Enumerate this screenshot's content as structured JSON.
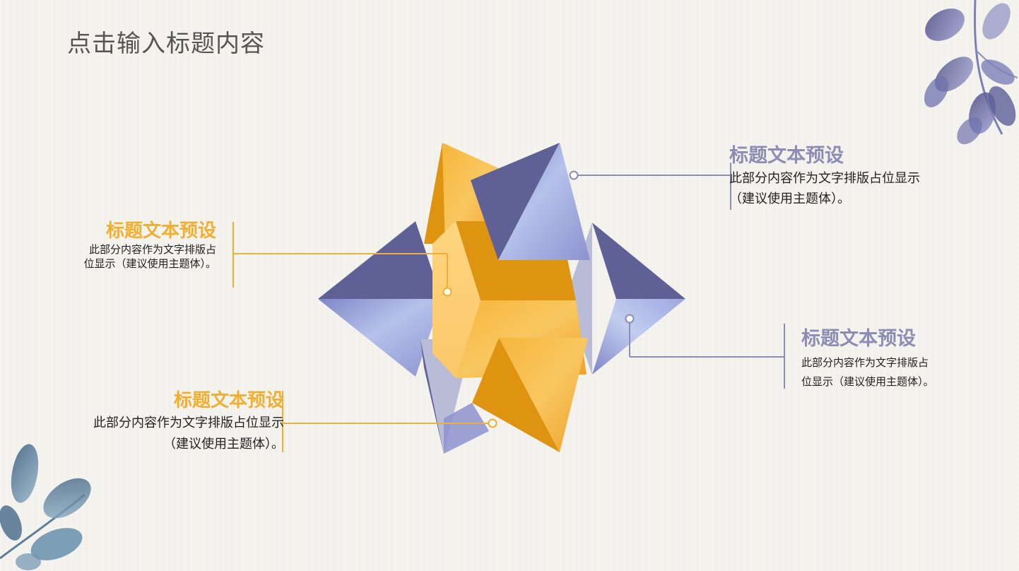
{
  "slide": {
    "title": "点击输入标题内容"
  },
  "blocks": [
    {
      "heading": "标题文本预设",
      "line1": "此部分内容作为文字排版占位显示",
      "line2": "（建议使用主题体）。"
    },
    {
      "heading": "标题文本预设",
      "line1": "此部分内容作为文字排版占",
      "line2": "位显示（建议使用主题体）。"
    },
    {
      "heading": "标题文本预设",
      "line1": "此部分内容作为文字排版占",
      "line2": "位显示（建议使用主题体）。"
    },
    {
      "heading": "标题文本预设",
      "line1": "此部分内容作为文字排版占位显示",
      "line2": "（建议使用主题体）。"
    }
  ],
  "colors": {
    "purple": "#8c8cb4",
    "purple_dark": "#5f6196",
    "orange": "#f2ae2e",
    "orange_dark": "#de9410",
    "background": "#f3f2ec"
  },
  "icons": [
    "leaf-branch-top-right",
    "leaf-branch-bottom-left"
  ]
}
